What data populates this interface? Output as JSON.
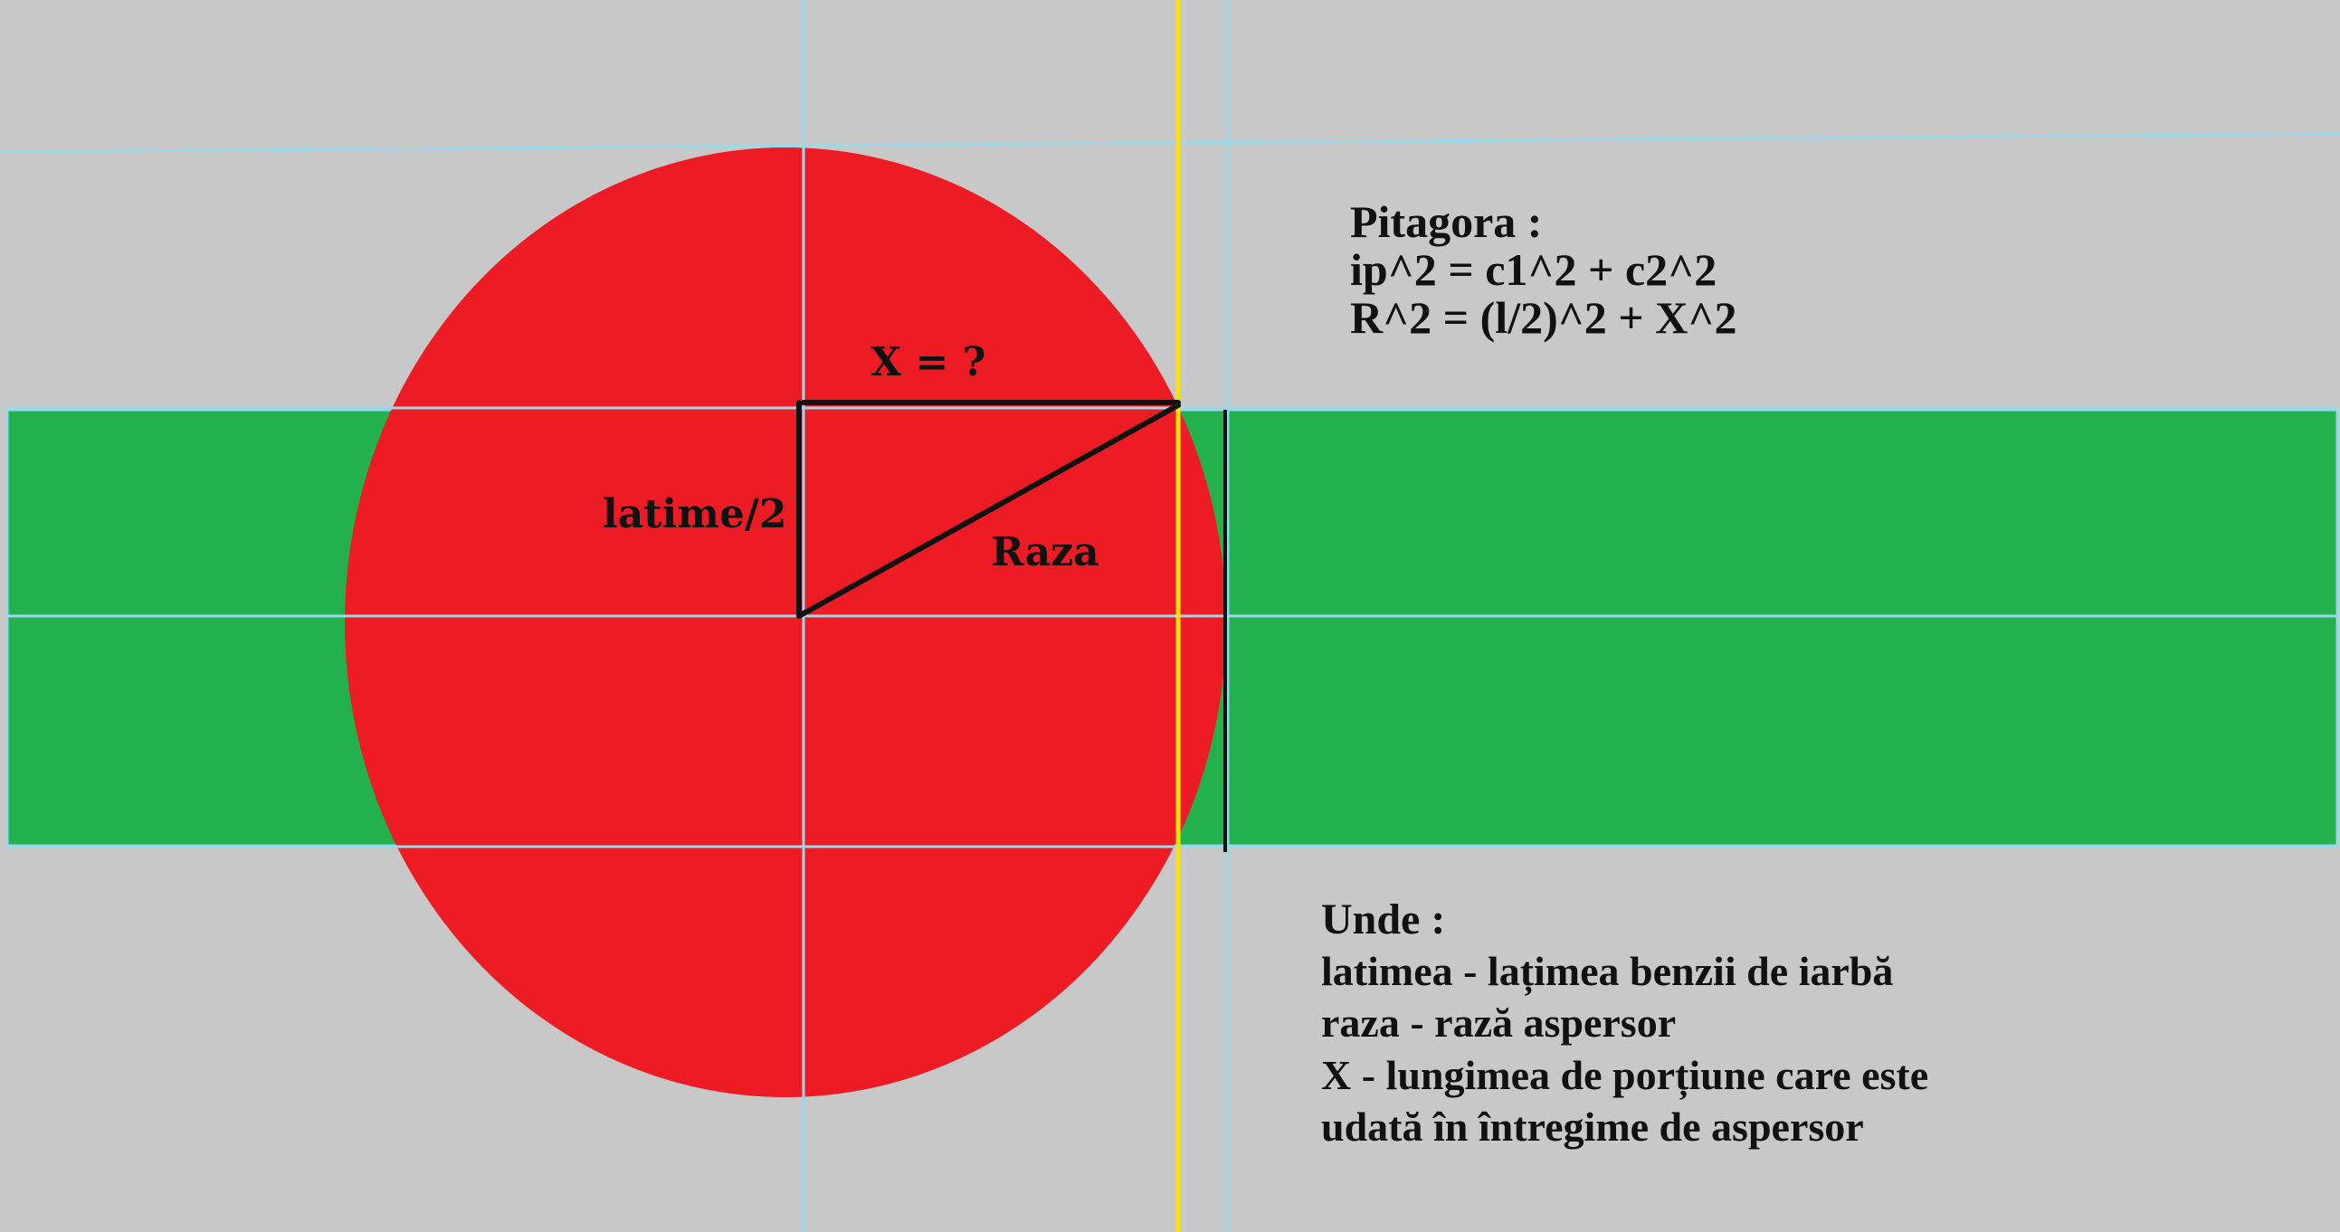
{
  "colors": {
    "background": "#c8c8c8",
    "grass_band": "#22b14c",
    "sprinkler_circle": "#ed1c24",
    "guide_lines": "#99d9ea",
    "highlight_line": "#ffe000",
    "triangle": "#000000"
  },
  "triangle_labels": {
    "x_label": "X = ?",
    "half_width_label": "latime/2",
    "radius_label": "Raza"
  },
  "formula": {
    "title": "Pitagora :",
    "line1": "ip^2 = c1^2 + c2^2",
    "line2": "R^2 = (l/2)^2 + X^2"
  },
  "legend": {
    "title": "Unde :",
    "line1": "latimea - lațimea benzii de iarbă",
    "line2": "raza - rază aspersor",
    "line3": "X - lungimea de porțiune care este",
    "line4": "udată în întregime de aspersor"
  }
}
